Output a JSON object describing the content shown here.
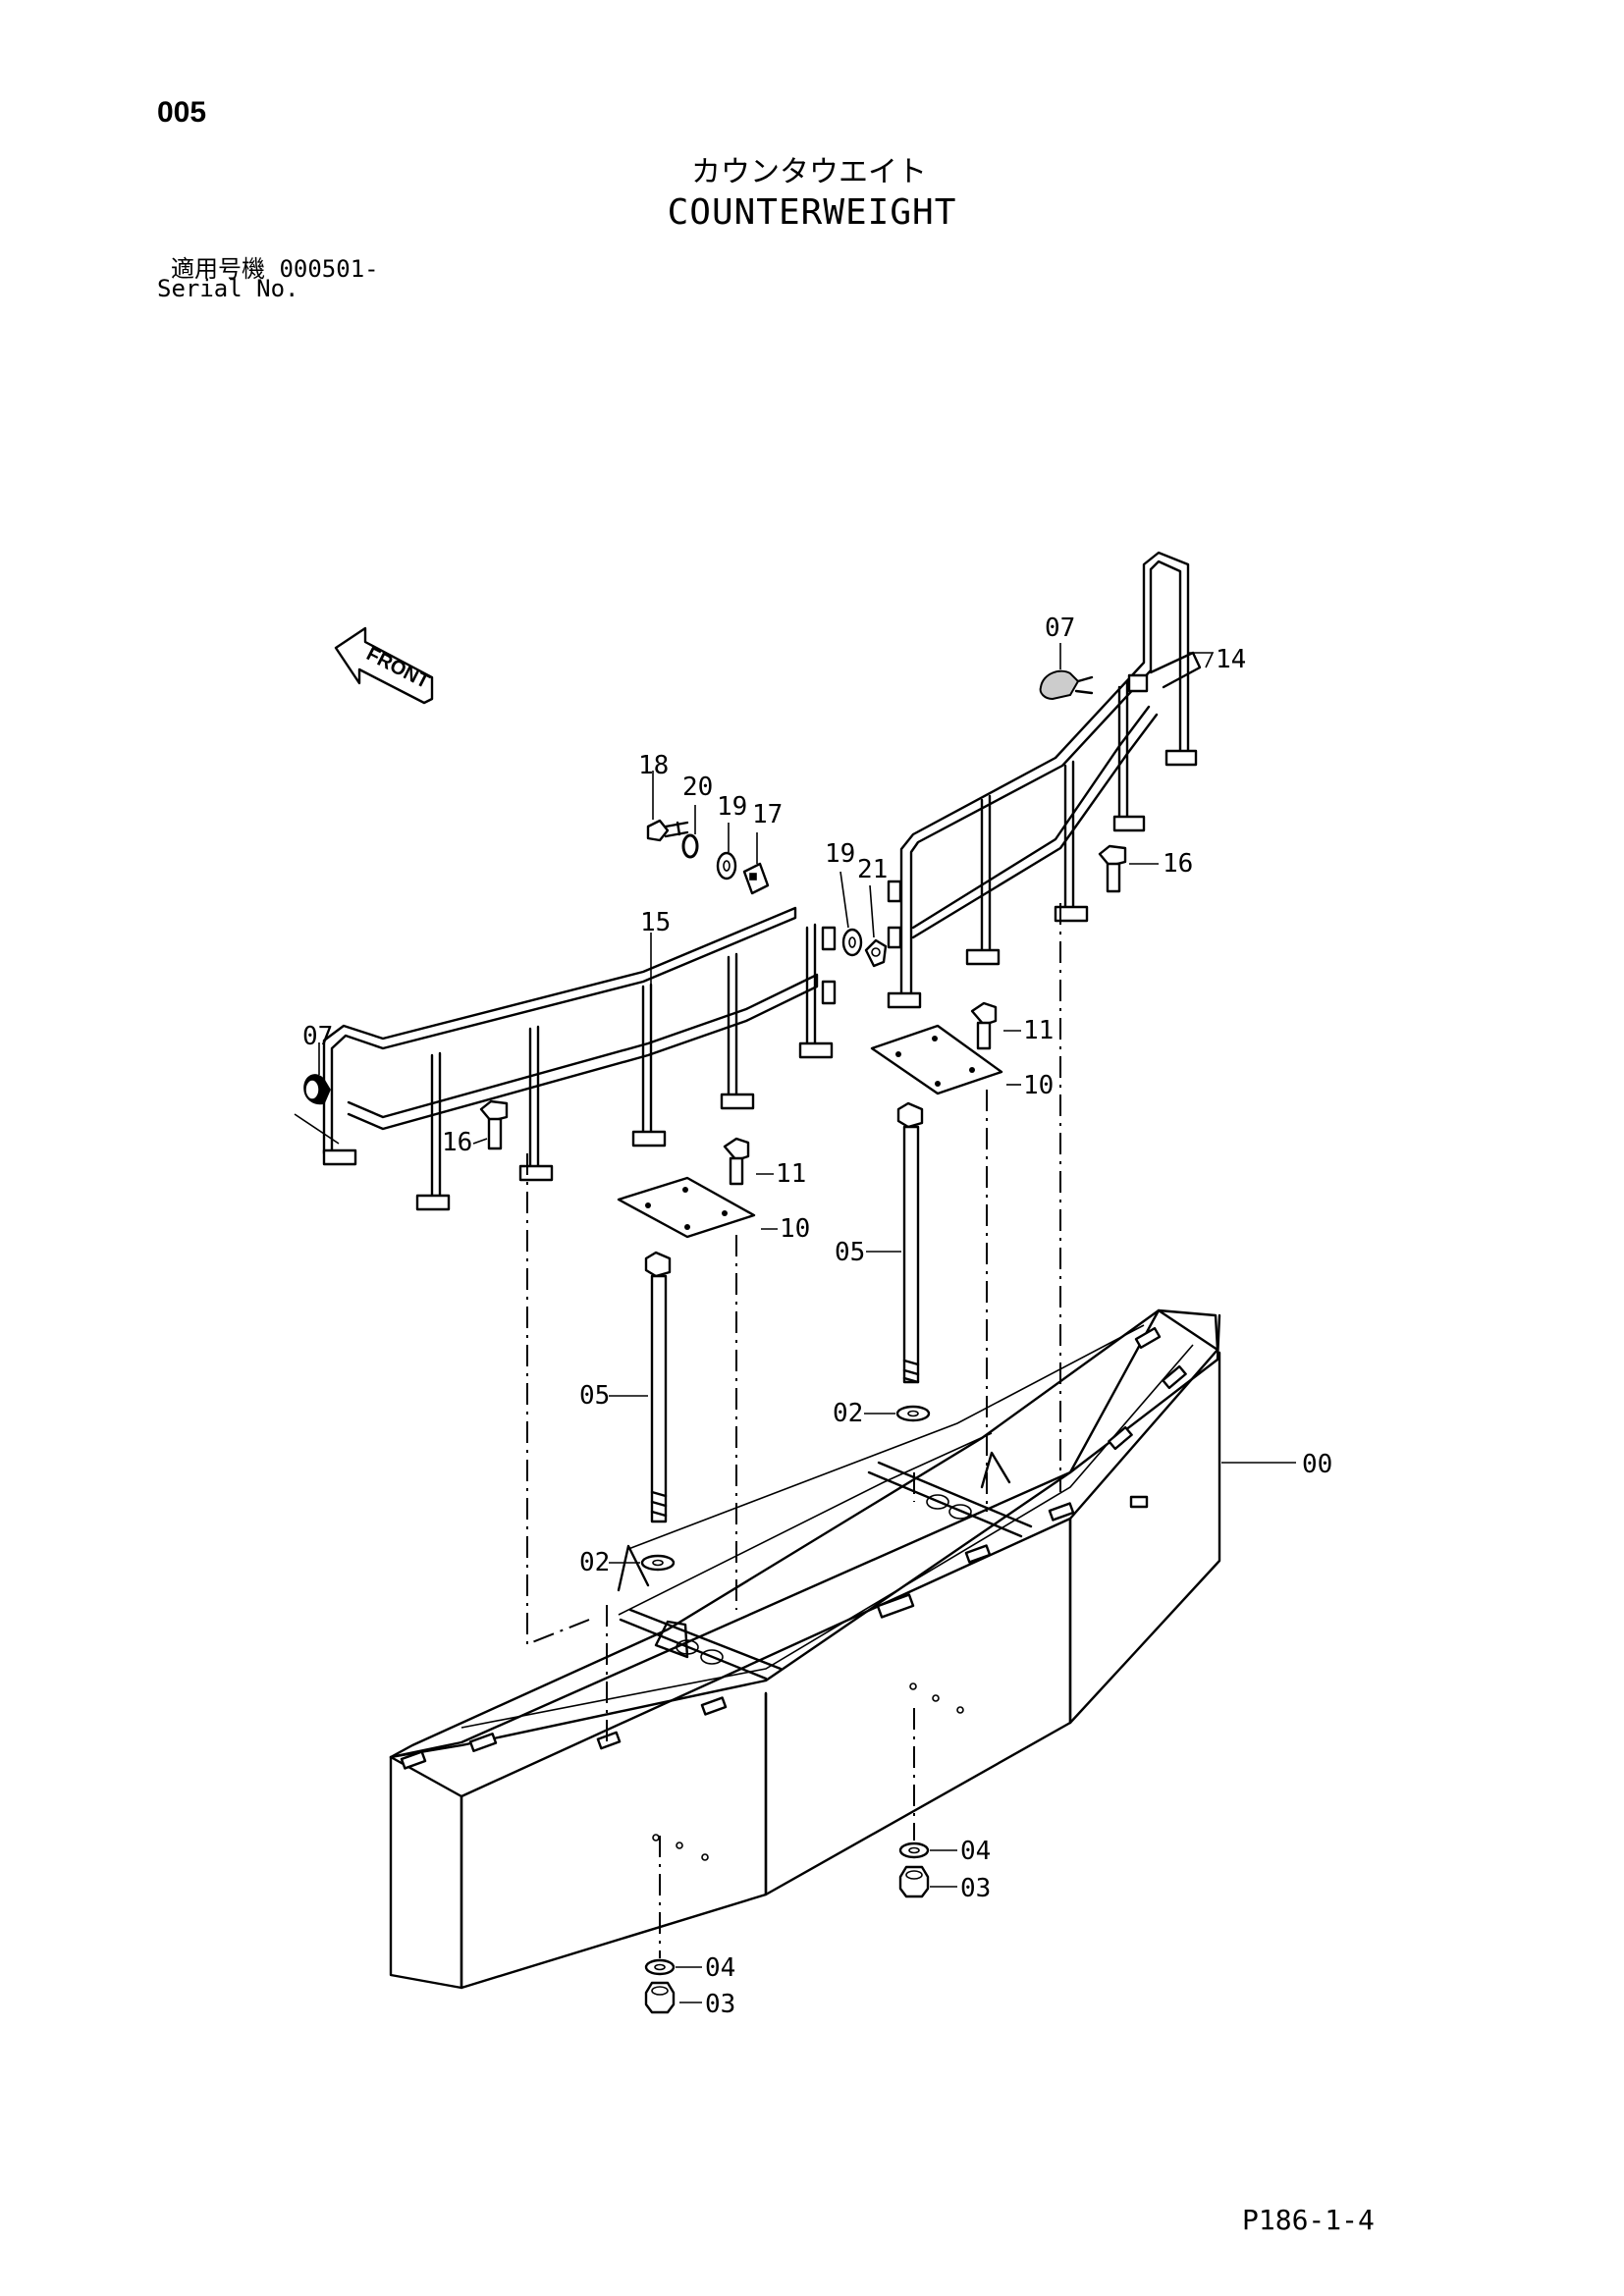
{
  "header": {
    "page_number": "005",
    "title_jp": "カウンタウエイト",
    "title_en": "COUNTERWEIGHT",
    "serial_label_jp": "適用号機  000501-",
    "serial_label_en": "Serial No."
  },
  "diagram": {
    "direction_tag": "FRONT",
    "callouts": {
      "c00": "00",
      "c02a": "02",
      "c02b": "02",
      "c03a": "03",
      "c03b": "03",
      "c04a": "04",
      "c04b": "04",
      "c05a": "05",
      "c05b": "05",
      "c07a": "07",
      "c07b": "07",
      "c10a": "10",
      "c10b": "10",
      "c11a": "11",
      "c11b": "11",
      "c14": "14",
      "c15": "15",
      "c16a": "16",
      "c16b": "16",
      "c17": "17",
      "c18": "18",
      "c19a": "19",
      "c19b": "19",
      "c20": "20",
      "c21": "21"
    }
  },
  "footer": {
    "page_code": "P186-1-4"
  }
}
